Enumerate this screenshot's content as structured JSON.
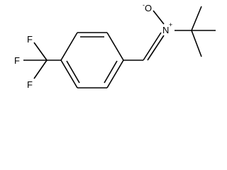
{
  "molecule": {
    "atoms": {
      "f_top": "F",
      "f_left": "F",
      "f_bottom": "F",
      "n": "N",
      "o": "O"
    },
    "charges": {
      "n": "+",
      "o": "-"
    }
  }
}
